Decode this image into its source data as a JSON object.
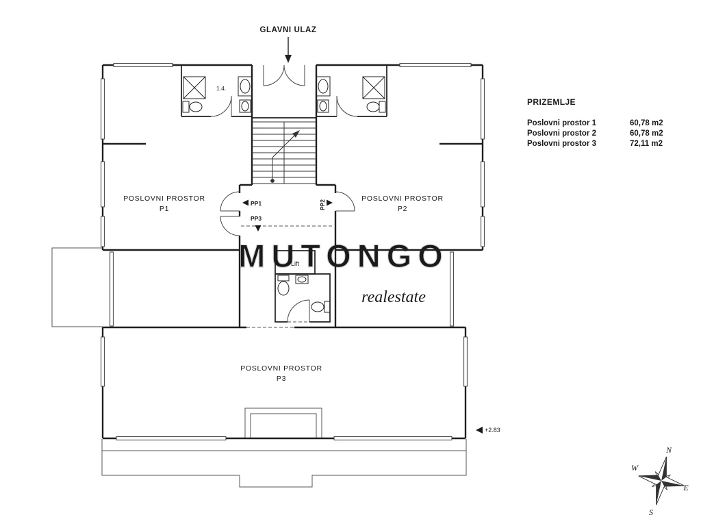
{
  "header": {
    "entrance_label": "GLAVNI ULAZ"
  },
  "legend": {
    "title": "PRIZEMLJE",
    "items": [
      {
        "label": "Poslovni prostor 1",
        "area": "60,78 m2"
      },
      {
        "label": "Poslovni prostor 2",
        "area": "60,78 m2"
      },
      {
        "label": "Poslovni prostor 3",
        "area": "72,11 m2"
      }
    ]
  },
  "rooms": {
    "p1": {
      "name": "POSLOVNI PROSTOR",
      "number": "P1"
    },
    "p2": {
      "name": "POSLOVNI PROSTOR",
      "number": "P2"
    },
    "p3": {
      "name": "POSLOVNI PROSTOR",
      "number": "P3"
    },
    "bathroom": "1.4.",
    "lift": "Lift"
  },
  "doors": {
    "pp1": "PP1",
    "pp2": "PP2",
    "pp3": "PP3"
  },
  "annotations": {
    "elevation": "+2.83"
  },
  "compass": {
    "north": "N",
    "south": "S",
    "east": "E",
    "west": "W"
  },
  "watermark": {
    "line1": "MUTONGO",
    "line2": "realestate"
  },
  "colors": {
    "wall": "#1f1f1f",
    "thin": "#555555",
    "watermark": "#dcdcdc"
  }
}
